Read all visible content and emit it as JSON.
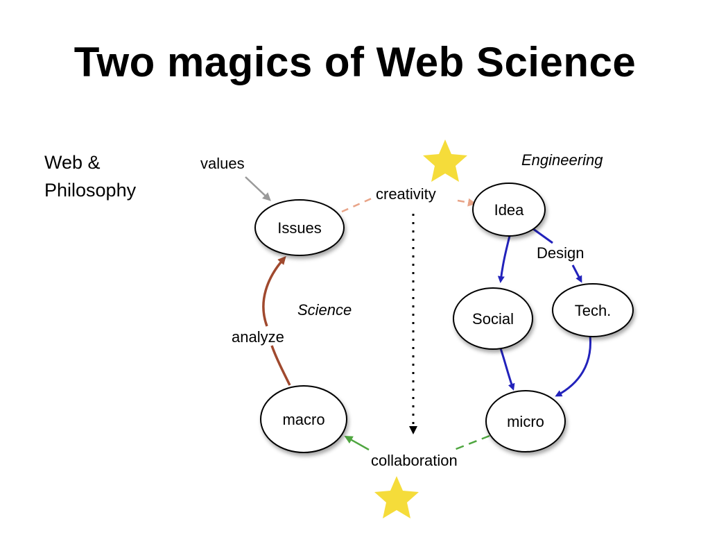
{
  "slide": {
    "title": "Two magics of Web Science",
    "side_note": [
      "Web &",
      "Philosophy"
    ]
  },
  "diagram": {
    "nodes": {
      "issues": "Issues",
      "idea": "Idea",
      "social": "Social",
      "tech": "Tech.",
      "macro": "macro",
      "micro": "micro"
    },
    "labels": {
      "values": "values",
      "creativity": "creativity",
      "engineering": "Engineering",
      "design": "Design",
      "science": "Science",
      "analyze": "analyze",
      "collaboration": "collaboration"
    },
    "colors": {
      "analyze_arrow": "#a0492e",
      "engineering_arrows": "#2222bb",
      "creativity_arrow": "#e8a488",
      "collaboration_arrow": "#4fa640",
      "values_arrow": "#9a9a9a",
      "star": "#f5dc3a"
    },
    "icons": [
      "star-icon",
      "star-icon"
    ]
  }
}
